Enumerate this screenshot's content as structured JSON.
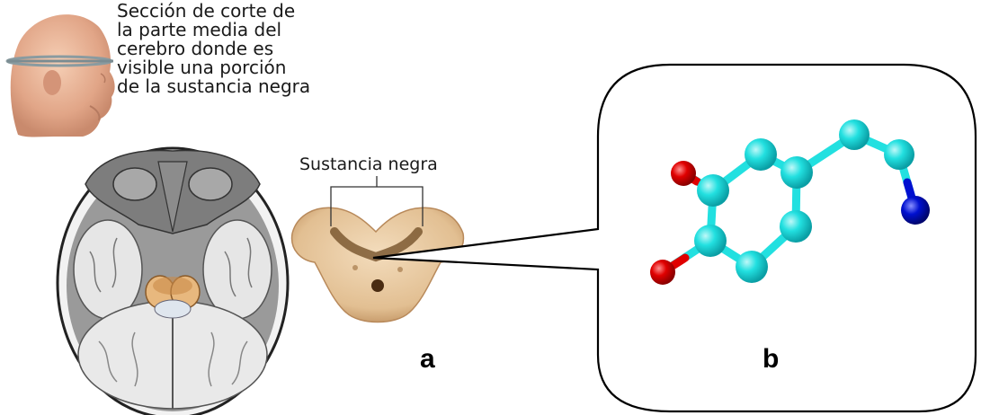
{
  "caption": {
    "lines": [
      "Sección de corte de",
      "la parte media del",
      "cerebro donde es",
      "visible una porción",
      "de la sustancia negra"
    ]
  },
  "substantia_nigra_label": "Sustancia negra",
  "panels": {
    "a": "a",
    "b": "b"
  },
  "colors": {
    "carbon": "#22e0e0",
    "oxygen": "#e00000",
    "nitrogen": "#0010d0",
    "bond": "#22e0e0",
    "callout_border": "#000000",
    "tissue": "#e8c9a0",
    "pigment": "#6e4a22"
  },
  "molecule": {
    "name_hidden": "dopamine",
    "atoms": [
      "C",
      "C",
      "C",
      "C",
      "C",
      "C",
      "C",
      "C",
      "N",
      "O",
      "O"
    ]
  }
}
